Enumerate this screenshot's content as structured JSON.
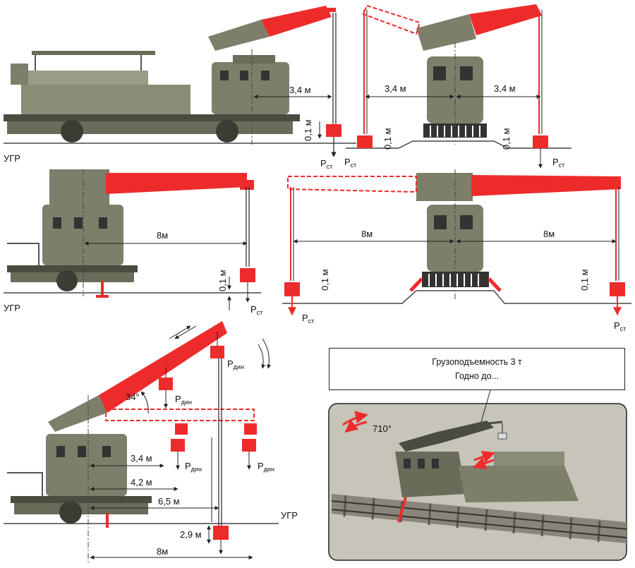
{
  "colors": {
    "boom": "#ee2b2b",
    "body": "#7d7f6a",
    "body_dark": "#5a5c4c",
    "line": "#222222",
    "photo_bg": "#c7c4ba"
  },
  "labels": {
    "ugr": "УГР",
    "r34": "3,4 м",
    "r8": "8м",
    "r42": "4,2 м",
    "r65": "6,5 м",
    "h29": "2,9 м",
    "h01": "0,1 м",
    "p": "P",
    "st": "ст",
    "din": "дин",
    "angle": "34°",
    "rot": "710°"
  },
  "placard": {
    "line1": "Грузоподъемность 3 т",
    "line2": "Годно до..."
  }
}
